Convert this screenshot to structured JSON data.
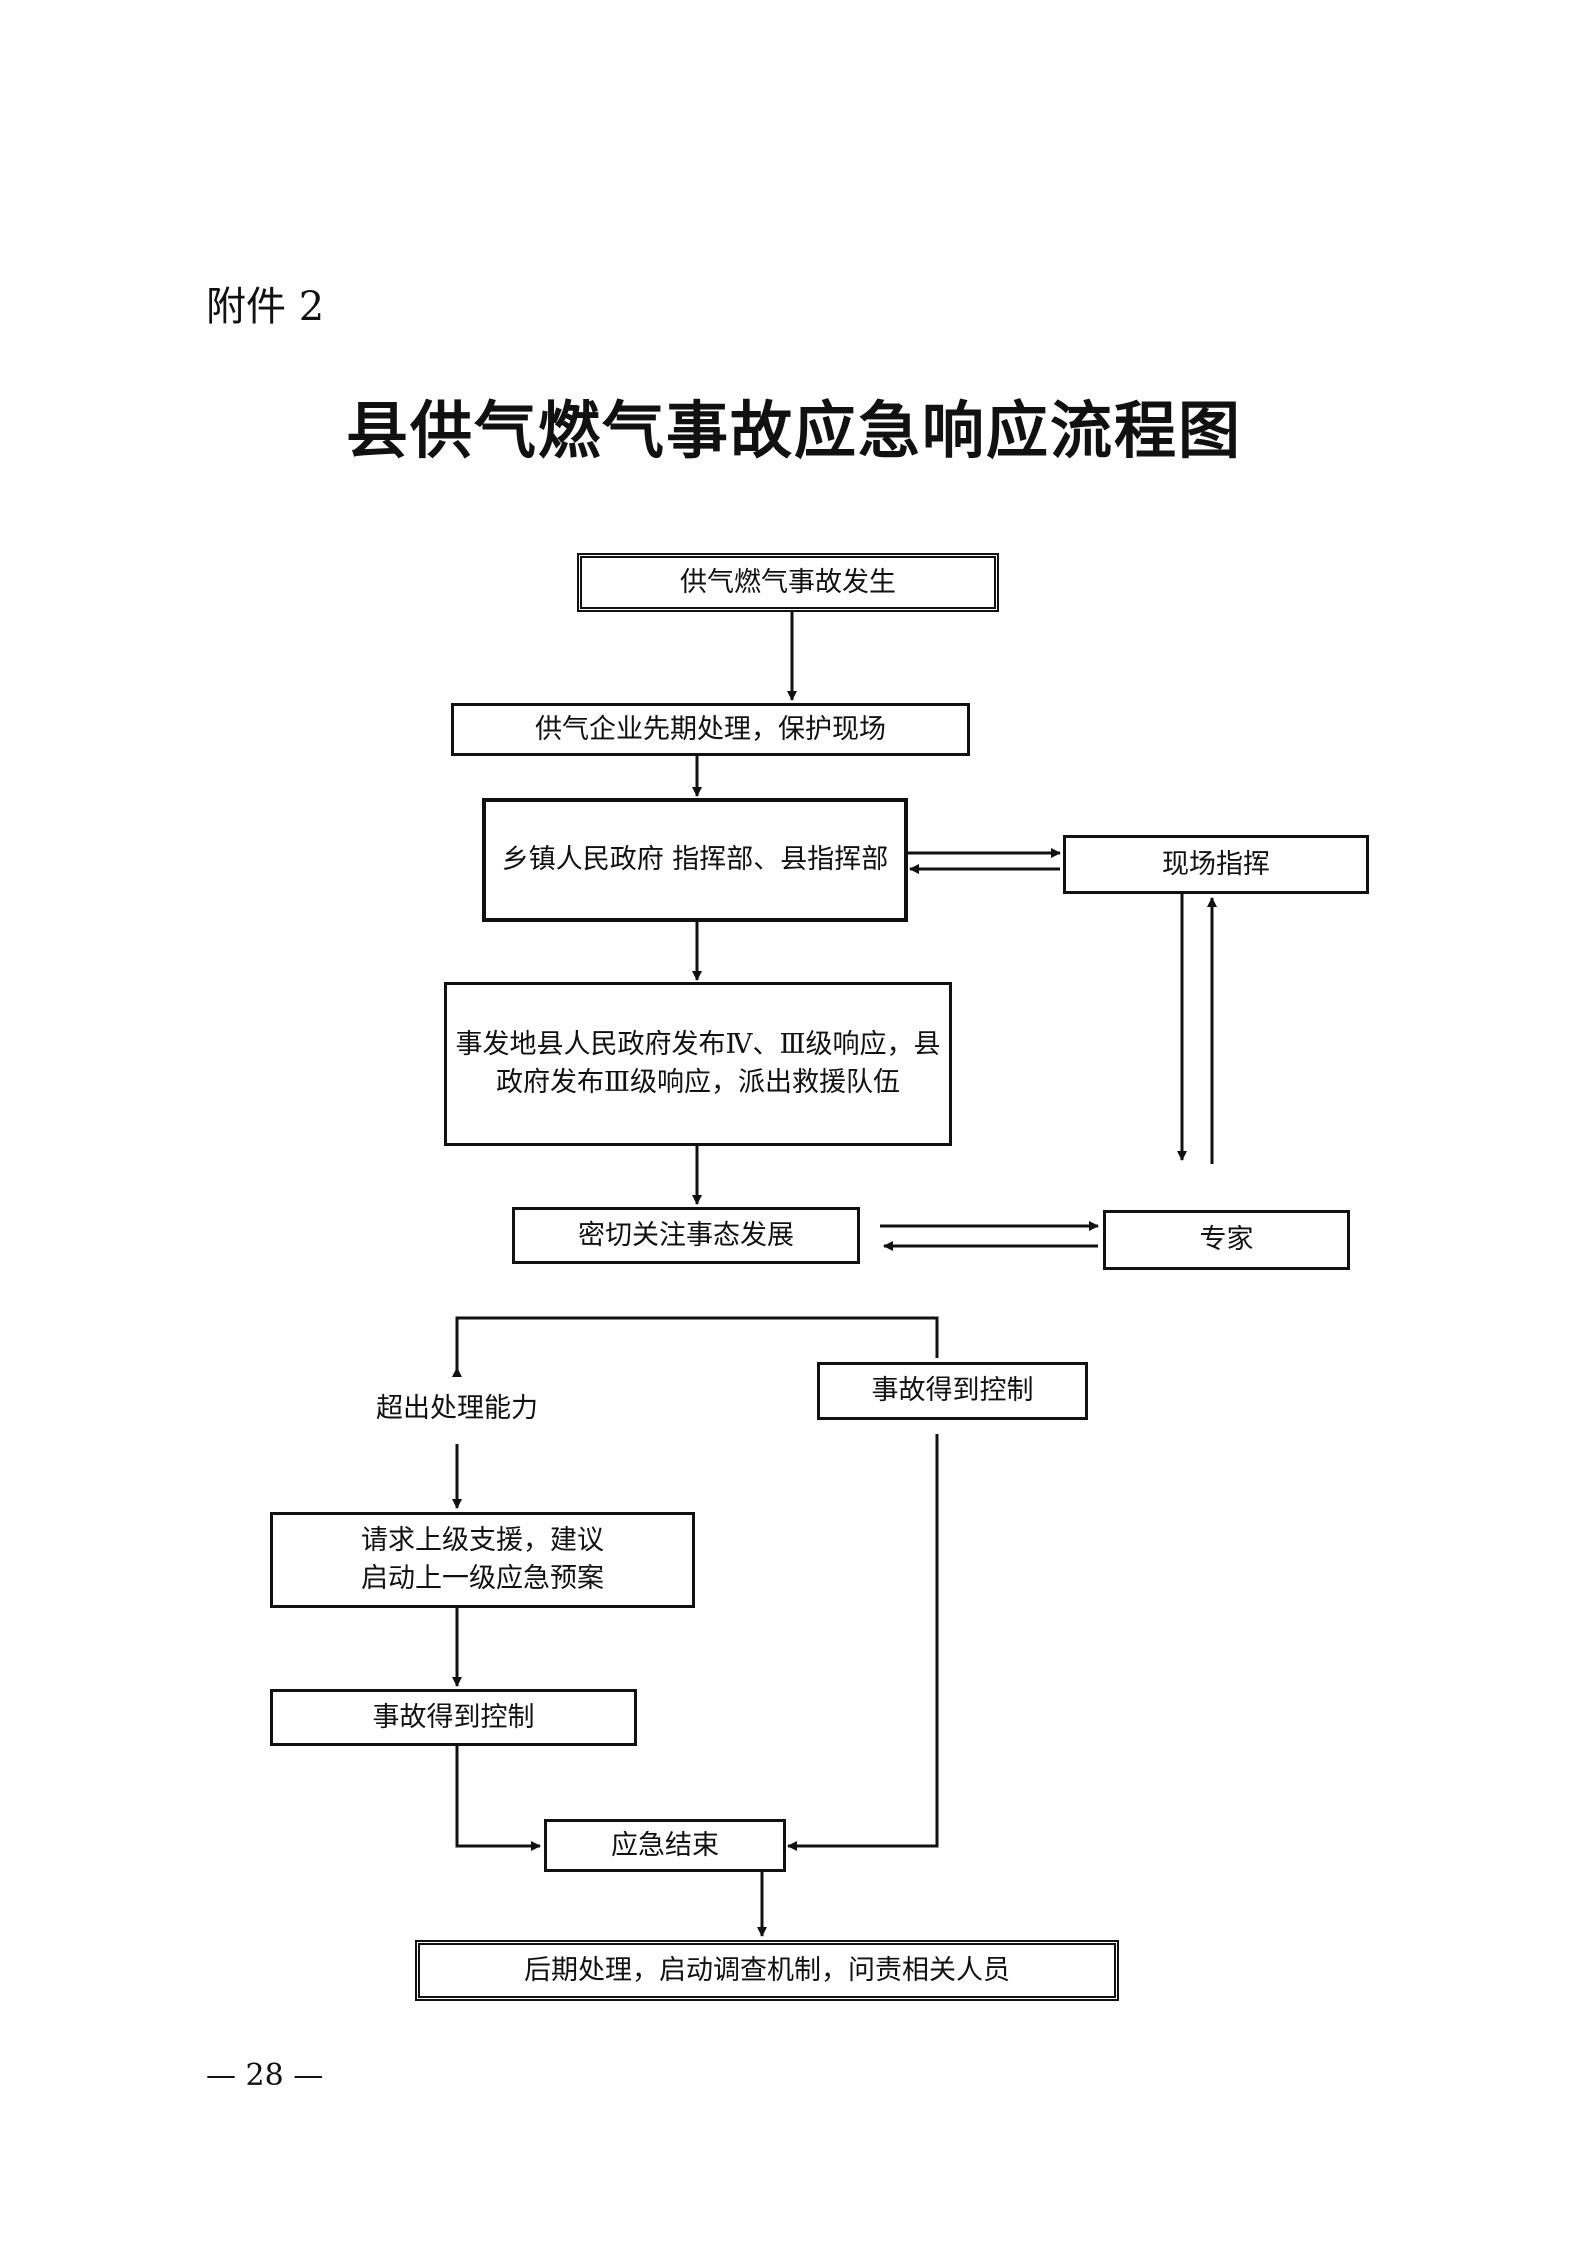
{
  "header": {
    "attachment_label": "附件 2"
  },
  "title": "县供气燃气事故应急响应流程图",
  "footer": {
    "page_number": "— 28 —"
  },
  "nodes": {
    "incident": "供气燃气事故发生",
    "initial_handling": "供气企业先期处理，保护现场",
    "command": "乡镇人民政府 指挥部、县指挥部",
    "onsite_command": "现场指挥",
    "response_line1": "事发地县人民政府发布Ⅳ、Ⅲ级响应，县",
    "response_line2": "政府发布Ⅲ级响应，派出救援队伍",
    "monitor": "密切关注事态发展",
    "experts": "专家",
    "beyond_capacity": "超出处理能力",
    "controlled_right": "事故得到控制",
    "request_line1": "请求上级支援，建议",
    "request_line2": "启动上一级应急预案",
    "controlled_left": "事故得到控制",
    "end": "应急结束",
    "aftermath": "后期处理，启动调查机制，问责相关人员"
  }
}
